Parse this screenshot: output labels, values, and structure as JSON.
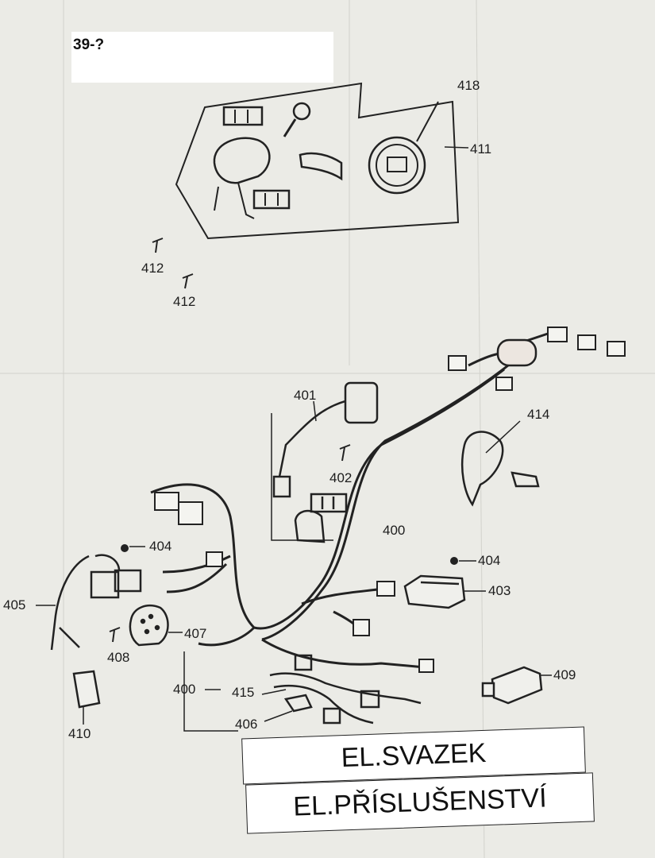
{
  "page_code": "39-?",
  "title": {
    "line1": "EL.SVAZEK",
    "line2": "EL.PŘÍSLUŠENSTVÍ"
  },
  "callouts": [
    "418",
    "411",
    "412",
    "412",
    "401",
    "402",
    "414",
    "400",
    "404",
    "404",
    "403",
    "405",
    "407",
    "408",
    "409",
    "400",
    "415",
    "406",
    "410"
  ]
}
